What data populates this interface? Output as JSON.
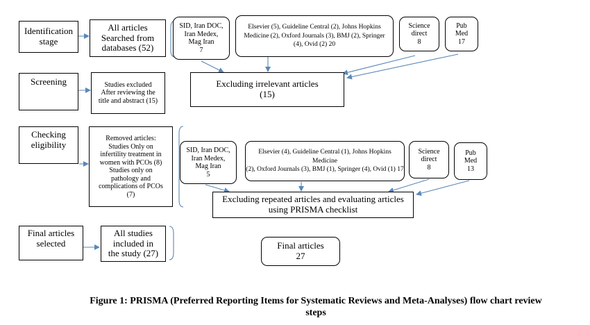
{
  "stages": {
    "identification": "Identification\nstage",
    "screening": "Screening",
    "eligibility": "Checking\neligibility",
    "final": "Final articles\nselected"
  },
  "identification": {
    "all_articles": "All articles\nSearched from\ndatabases (52)",
    "sources": {
      "sid_label": "SID, Iran DOC,\nIran Medex,\nMag Iran",
      "sid_count": "7",
      "elsevier": "Elsevier (5), Guideline Central (2), Johns Hopkins\nMedicine (2), Oxford Journals (3), BMJ (2), Springer\n(4), Ovid (2) 20",
      "science_direct_label": "Science\ndirect",
      "science_direct_count": "8",
      "pubmed_label": "Pub\nMed",
      "pubmed_count": "17"
    }
  },
  "screening": {
    "excluded": "Studies excluded\nAfter reviewing the\ntitle and abstract (15)",
    "excluding": "Excluding irrelevant articles\n(15)"
  },
  "eligibility": {
    "removed": "Removed articles:\nStudies Only on\ninfertility treatment in\nwomen with PCOs (8)\nStudies only on\npathology and\ncomplications of PCOs\n(7)",
    "sources": {
      "sid_label": "SID, Iran DOC,\nIran Medex,\nMag Iran",
      "sid_count": "5",
      "elsevier": "Elsevier (4), Guideline Central (1), Johns Hopkins Medicine\n(2), Oxford Journals (3), BMJ (1), Springer (4), Ovid (1) 17",
      "science_direct_label": "Science\ndirect",
      "science_direct_count": "8",
      "pubmed_label": "Pub\nMed",
      "pubmed_count": "13"
    },
    "excluding": "Excluding repeated articles and evaluating articles\nusing PRISMA checklist"
  },
  "final": {
    "all_studies": "All studies\nincluded in\nthe study (27)",
    "final_articles": "Final articles\n27"
  },
  "caption": "Figure 1: PRISMA (Preferred Reporting Items for Systematic Reviews and Meta-Analyses) flow chart review\nsteps",
  "colors": {
    "arrow": "#5b87b8",
    "border": "#000000"
  }
}
